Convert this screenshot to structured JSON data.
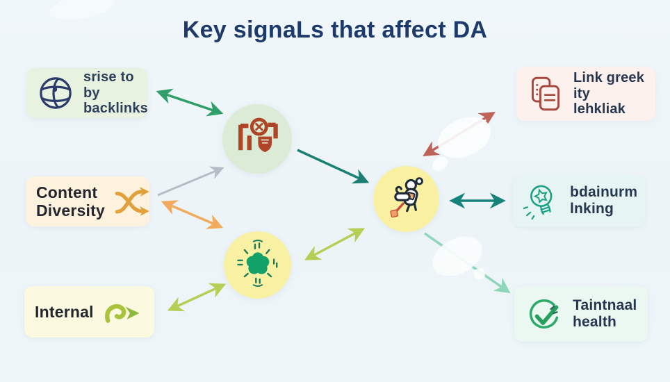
{
  "title": "Key signaLs that affect DA",
  "cards": {
    "backlinks": {
      "label": "srise to by\nbacklinks",
      "icon": "globe-icon"
    },
    "content_diversity": {
      "label": "Content\nDiversity",
      "icon": "shuffle-arrows-icon"
    },
    "internal": {
      "label": "Internal",
      "icon": "zigzag-arrow-icon"
    },
    "link_quality": {
      "label": "Link greek ity\nlehkliak",
      "icon": "documents-icon"
    },
    "linking": {
      "label": "bdainurm\nlnking",
      "icon": "lightbulb-icon"
    },
    "site_health": {
      "label": "Taintnaal\nhealth",
      "icon": "check-circle-icon"
    }
  },
  "nodes": {
    "authority": {
      "icon": "award-badge-icon"
    },
    "spark": {
      "icon": "star-burst-icon"
    },
    "explorer": {
      "icon": "explorer-figure-icon"
    }
  },
  "connections": [
    {
      "from": "backlinks-card",
      "to": "authority-node",
      "color": "#2f9e68",
      "heads": "both"
    },
    {
      "from": "content-diversity-card",
      "to": "authority-node",
      "color": "#b6bcc6",
      "heads": "end"
    },
    {
      "from": "content-diversity-card",
      "to": "spark-node",
      "color": "#f2ab5e",
      "heads": "both"
    },
    {
      "from": "internal-card",
      "to": "spark-node",
      "color": "#b5cf55",
      "heads": "both"
    },
    {
      "from": "spark-node",
      "to": "explorer-node",
      "color": "#b5cf55",
      "heads": "both"
    },
    {
      "from": "authority-node",
      "to": "explorer-node",
      "color": "#1b8073",
      "heads": "end"
    },
    {
      "from": "explorer-node",
      "to": "link-quality-card",
      "color": "#bf6257",
      "heads": "both"
    },
    {
      "from": "explorer-node",
      "to": "linking-card",
      "color": "#16837a",
      "heads": "both"
    },
    {
      "from": "explorer-node",
      "to": "site-health-card",
      "color": "#8ed6ba",
      "heads": "end"
    }
  ],
  "colors": {
    "background": "#eef5f8",
    "title_text": "#1d3a6b",
    "card_backlinks_bg": "#e8f2e1",
    "card_content_diversity_bg": "#fcf2dd",
    "card_internal_bg": "#fbf9e0",
    "card_link_quality_bg": "#fdf1ee",
    "card_linking_bg": "#e6f5f3",
    "card_site_health_bg": "#ebf7f1",
    "node_authority_bg": "#dcebd6",
    "node_spark_bg": "#f8f0a2",
    "node_explorer_bg": "#f9f0a2",
    "icon_globe": "#2b3c6b",
    "icon_shuffle": "#e2a03a",
    "icon_zigzag": "#a9c43c",
    "icon_documents": "#a6493f",
    "icon_lightbulb": "#1ba183",
    "icon_check": "#2fa96a",
    "icon_award": "#ad4526",
    "icon_star_burst": "#12a169",
    "icon_figure_outline": "#1f2b38"
  }
}
